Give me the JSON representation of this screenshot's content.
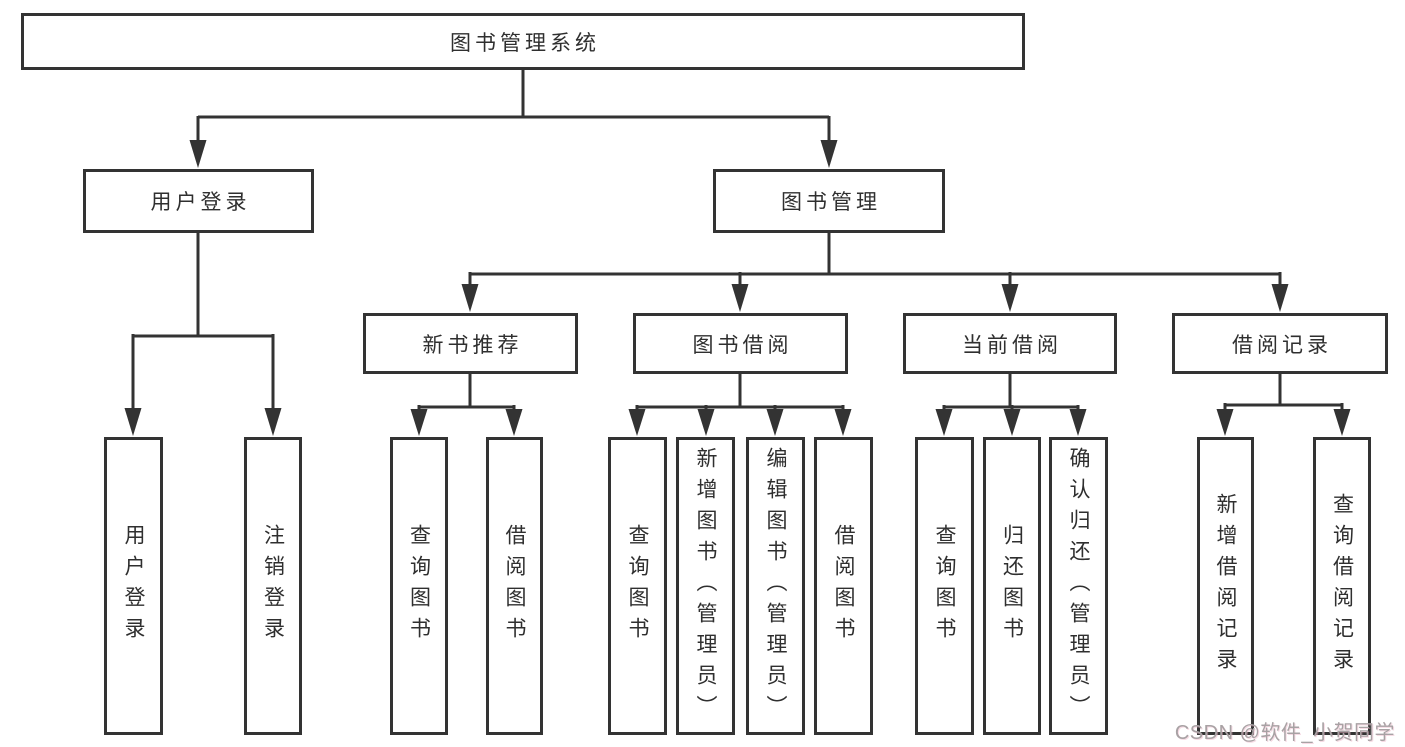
{
  "diagram": {
    "title": "图书管理系统",
    "level2": [
      {
        "label": "用户登录"
      },
      {
        "label": "图书管理"
      }
    ],
    "level3": [
      {
        "label": "新书推荐",
        "parent": "图书管理"
      },
      {
        "label": "图书借阅",
        "parent": "图书管理"
      },
      {
        "label": "当前借阅",
        "parent": "图书管理"
      },
      {
        "label": "借阅记录",
        "parent": "图书管理"
      }
    ],
    "leaves": [
      {
        "label": "用户登录",
        "parent": "用户登录"
      },
      {
        "label": "注销登录",
        "parent": "用户登录"
      },
      {
        "label": "查询图书",
        "parent": "新书推荐"
      },
      {
        "label": "借阅图书",
        "parent": "新书推荐"
      },
      {
        "label": "查询图书",
        "parent": "图书借阅"
      },
      {
        "label": "新增图书（管理员）",
        "parent": "图书借阅"
      },
      {
        "label": "编辑图书（管理员）",
        "parent": "图书借阅"
      },
      {
        "label": "借阅图书",
        "parent": "图书借阅"
      },
      {
        "label": "查询图书",
        "parent": "当前借阅"
      },
      {
        "label": "归还图书",
        "parent": "当前借阅"
      },
      {
        "label": "确认归还（管理员）",
        "parent": "当前借阅"
      },
      {
        "label": "新增借阅记录",
        "parent": "借阅记录"
      },
      {
        "label": "查询借阅记录",
        "parent": "借阅记录"
      }
    ],
    "colors": {
      "line": "#333333",
      "border": "#333333",
      "fill": "#ffffff",
      "text": "#2f2f2f"
    }
  },
  "watermark": {
    "text": "CSDN @软件_小贺同学",
    "color": "#a8a2a4"
  }
}
